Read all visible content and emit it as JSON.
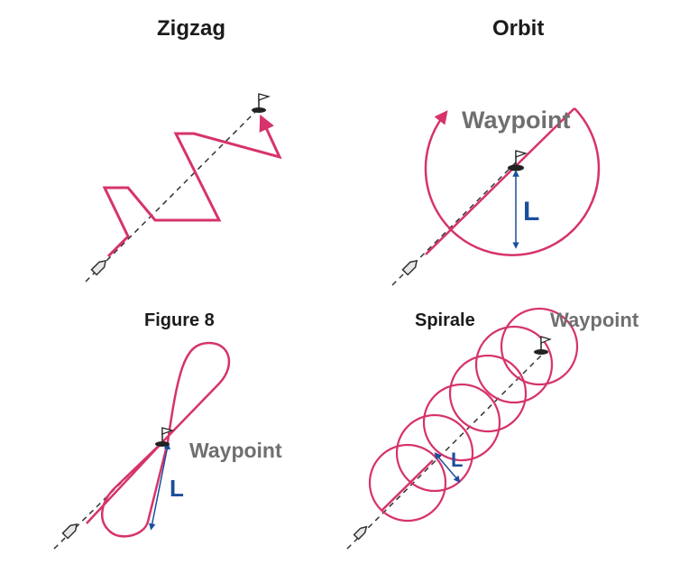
{
  "colors": {
    "path": "#d6336c",
    "track": "#333333",
    "measure": "#1a4f9c",
    "label_text": "#6f6f6f",
    "title_text": "#1b1b1b"
  },
  "panels": {
    "zigzag": {
      "title": "Zigzag"
    },
    "orbit": {
      "title": "Orbit",
      "waypoint": "Waypoint",
      "length_label": "L"
    },
    "figure8": {
      "title": "Figure 8",
      "waypoint": "Waypoint",
      "length_label": "L"
    },
    "spiral": {
      "title": "Spirale",
      "waypoint": "Waypoint",
      "length_label": "L"
    }
  },
  "icons": [
    "boat-icon",
    "flag-icon",
    "arrow-head-icon"
  ]
}
